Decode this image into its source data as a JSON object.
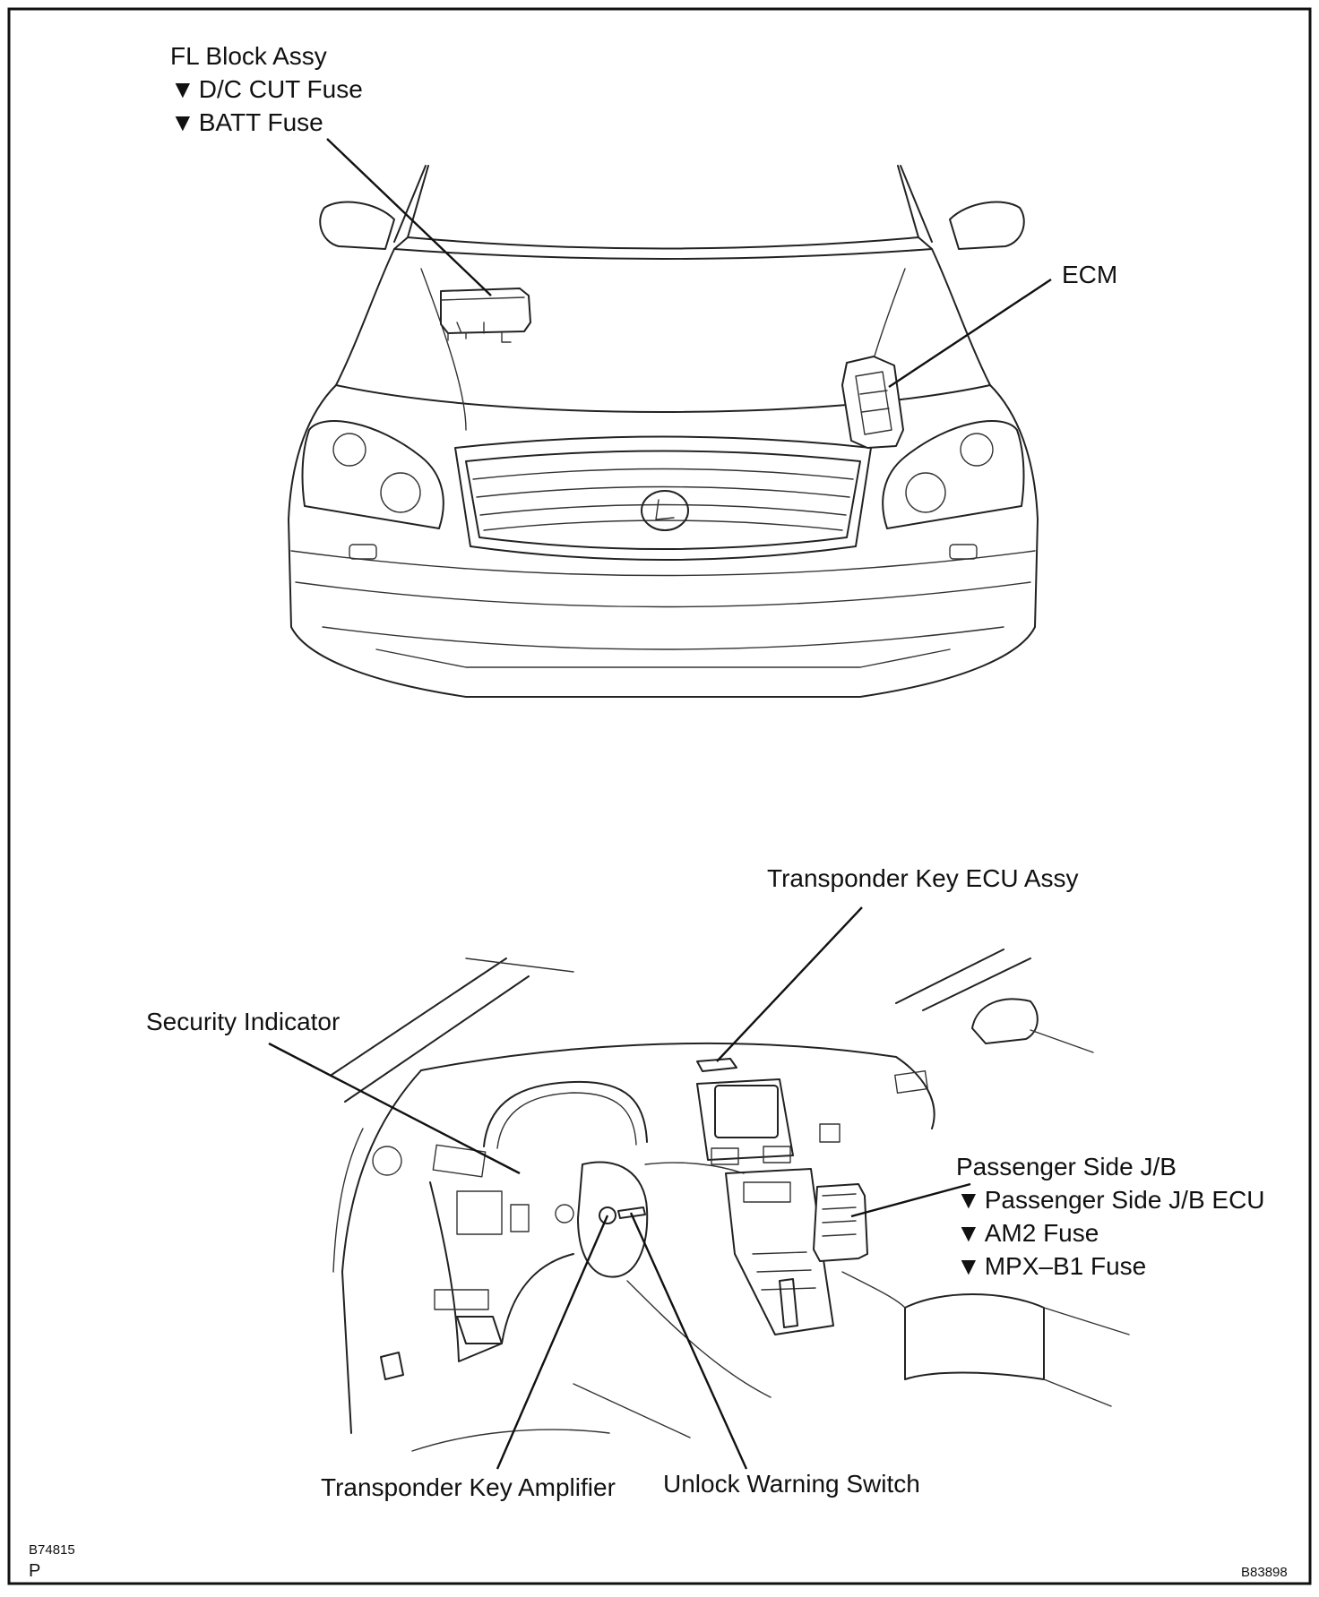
{
  "labels": {
    "fl_block": "FL Block Assy",
    "dc_cut": "D/C CUT Fuse",
    "batt": "BATT Fuse",
    "ecm": "ECM",
    "transponder_ecu": "Transponder Key ECU Assy",
    "security_indicator": "Security Indicator",
    "passenger_jb": "Passenger Side J/B",
    "passenger_jb_ecu": "Passenger Side J/B ECU",
    "am2": "AM2 Fuse",
    "mpx_b1": "MPX–B1 Fuse",
    "transponder_amp": "Transponder Key Amplifier",
    "unlock_switch": "Unlock Warning Switch"
  },
  "marker": "▼",
  "codes": {
    "left": "B74815",
    "left_letter": "P",
    "right": "B83898"
  },
  "colors": {
    "line": "#222222",
    "text": "#111111",
    "background": "#ffffff"
  }
}
